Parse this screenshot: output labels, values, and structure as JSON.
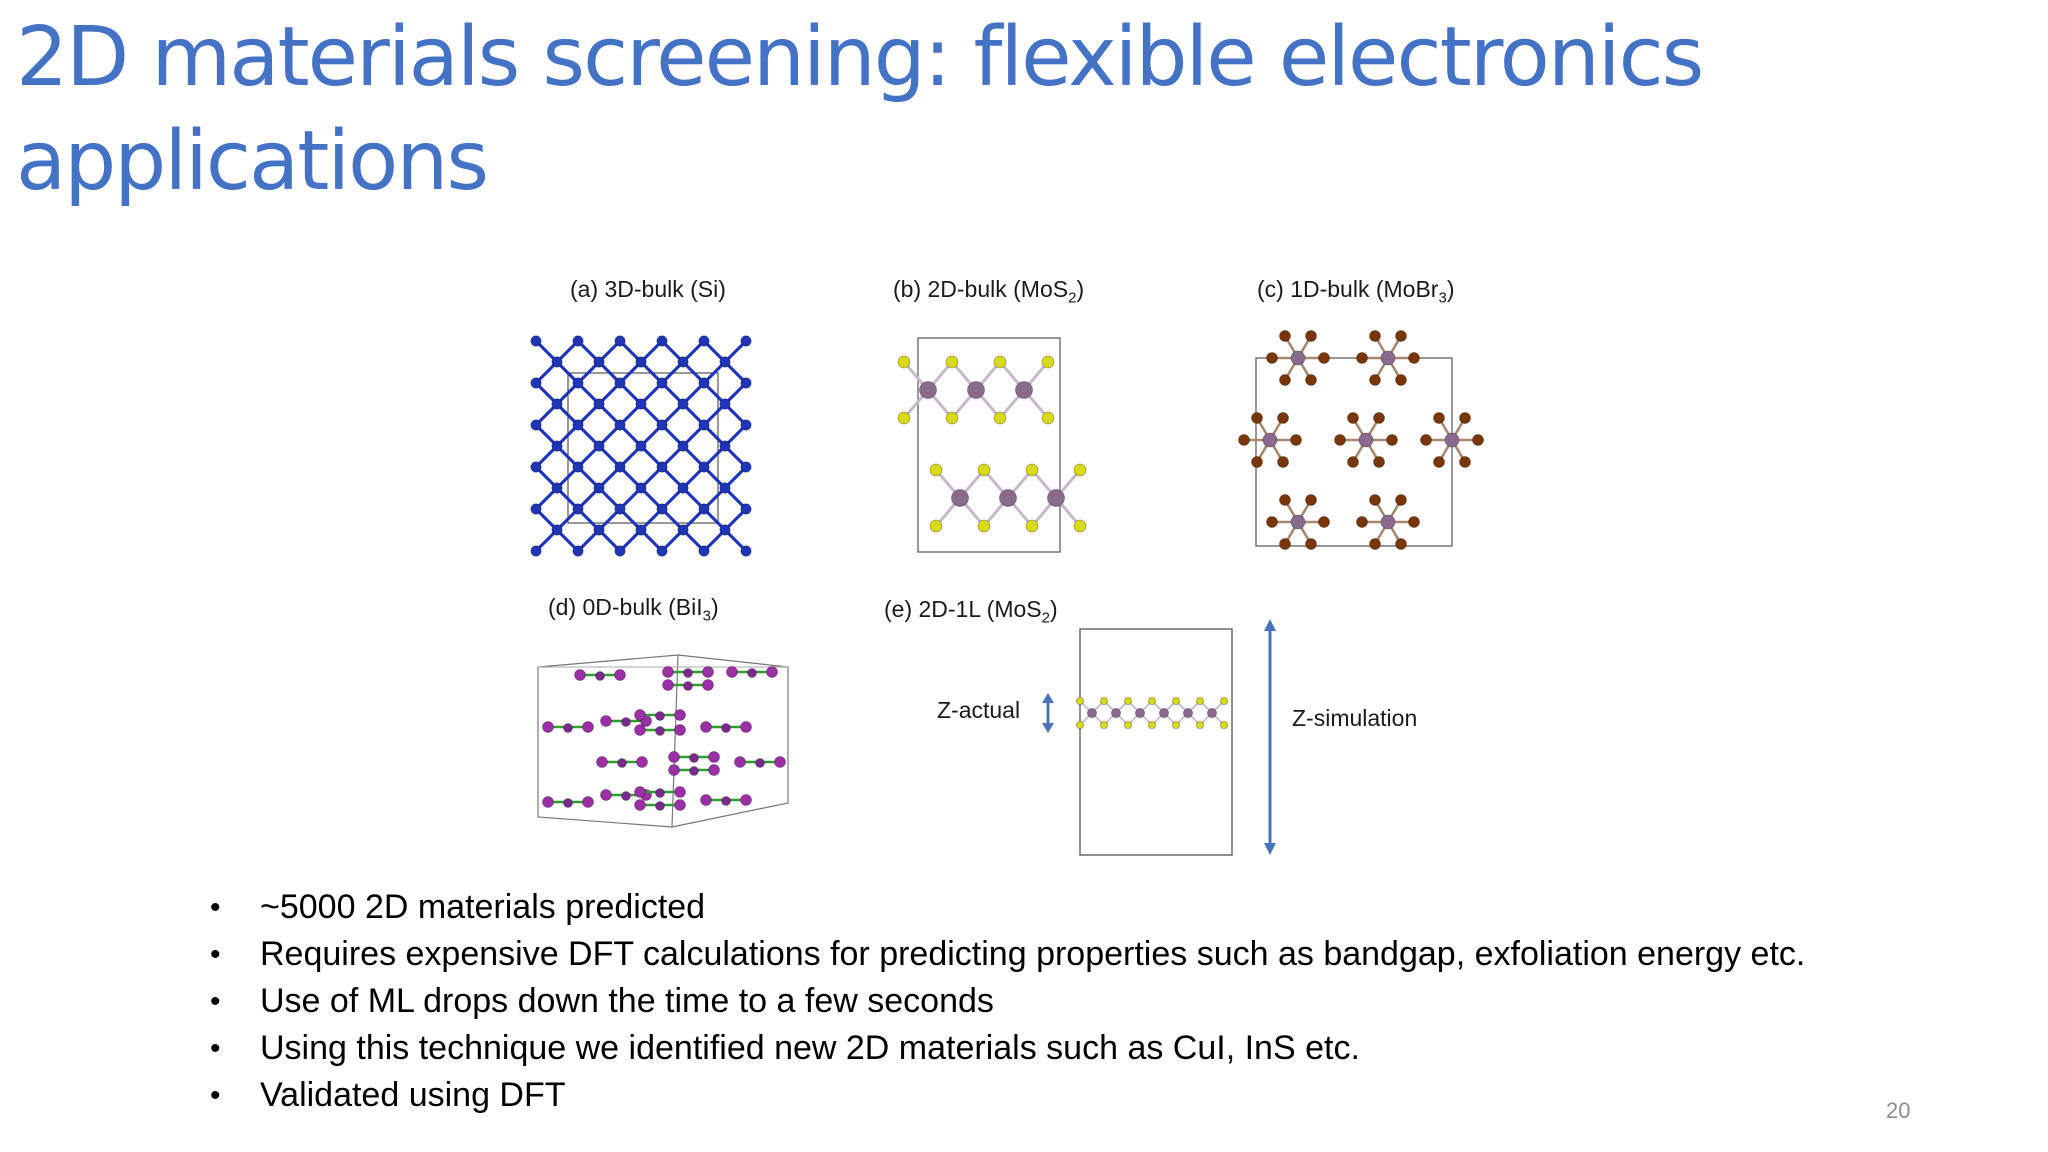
{
  "slide": {
    "title": "2D materials screening: flexible electronics applications",
    "page_number": "20"
  },
  "figure": {
    "panels": [
      {
        "id": "a",
        "prefix": "(a) 3D-bulk (Si",
        "sub": "",
        "suffix": ")"
      },
      {
        "id": "b",
        "prefix": "(b) 2D-bulk (MoS",
        "sub": "2",
        "suffix": ")"
      },
      {
        "id": "c",
        "prefix": "(c) 1D-bulk (MoBr",
        "sub": "3",
        "suffix": ")"
      },
      {
        "id": "d",
        "prefix": "(d) 0D-bulk (BiI",
        "sub": "3",
        "suffix": ")"
      },
      {
        "id": "e",
        "prefix": "(e) 2D-1L (MoS",
        "sub": "2",
        "suffix": ")"
      }
    ],
    "z_actual_label": "Z-actual",
    "z_simulation_label": "Z-simulation",
    "colors": {
      "silicon": "#1f35b8",
      "molybdenum": "#8a6b8e",
      "sulfur": "#d9d91a",
      "bromine": "#7a3608",
      "bismuth": "#7a2a8c",
      "iodine": "#9c2fa8",
      "bond_green": "#2e9e2e",
      "arrow": "#4a74b8",
      "cell": "#555555"
    }
  },
  "bullets": [
    "~5000 2D materials predicted",
    "Requires expensive  DFT calculations for predicting properties such as bandgap, exfoliation energy etc.",
    "Use of ML drops down the time to a few seconds",
    "Using this technique we identified new 2D materials such as CuI, InS etc.",
    "Validated using DFT"
  ]
}
